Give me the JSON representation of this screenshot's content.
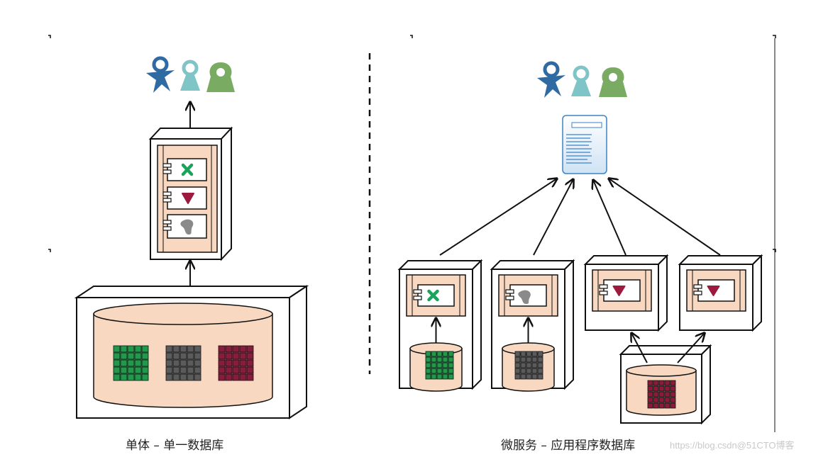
{
  "diagram": {
    "left_caption": "单体 – 单一数据库",
    "right_caption": "微服务 – 应用程序数据库",
    "watermark": "https://blog.csdn@51CTO博客"
  },
  "colors": {
    "box_fill": "#ffffff",
    "box_stroke": "#111111",
    "peach": "#f8d8c0",
    "peach_dark": "#d9a98a",
    "user_blue": "#2f6aa3",
    "user_teal": "#7fc4c7",
    "user_green": "#7aab63",
    "grid_green": "#1f9a4a",
    "grid_gray": "#5b5b5b",
    "grid_red": "#8a1c3b",
    "icon_green": "#1aa35b",
    "icon_red": "#9c1a3d",
    "icon_gray": "#8a8a8a",
    "doc_blue": "#dcebf7",
    "doc_line": "#3b83c9"
  },
  "icons": [
    "users-icon",
    "component-icon",
    "database-icon",
    "document-icon",
    "arrow-icon"
  ]
}
